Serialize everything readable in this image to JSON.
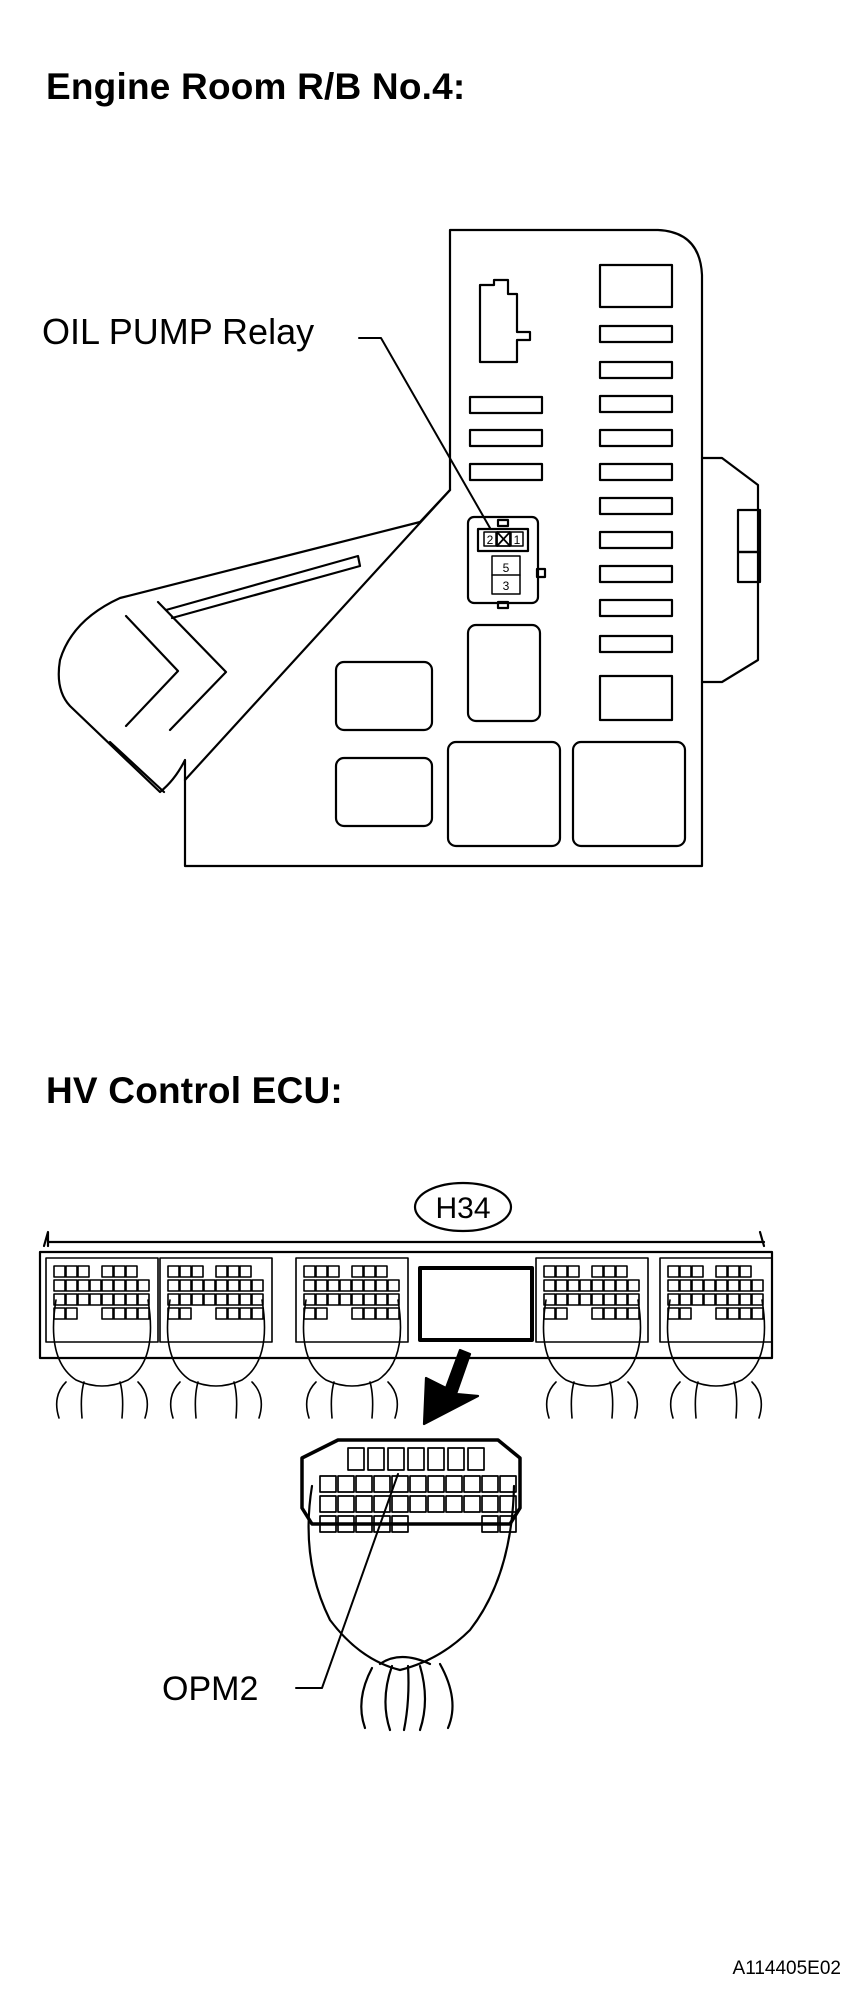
{
  "sections": {
    "relay_block": {
      "heading": "Engine Room R/B No.4:",
      "callout": "OIL PUMP Relay",
      "relay_terminals": [
        "2",
        "1",
        "5",
        "3"
      ]
    },
    "ecu": {
      "heading": "HV Control ECU:",
      "connector_id": "H34",
      "terminal_callout": "OPM2"
    }
  },
  "figure_code": "A114405E02"
}
